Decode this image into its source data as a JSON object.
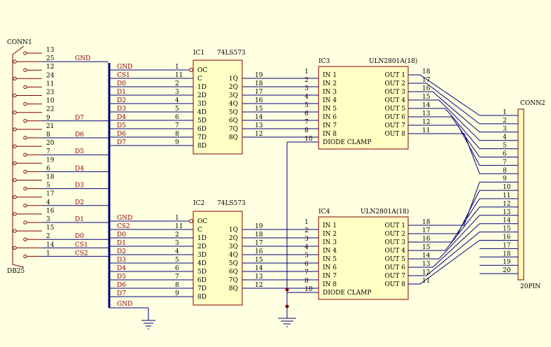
{
  "colors": {
    "background": "#ffffe1",
    "wire": "#000080",
    "bus": "#000080",
    "chip": "#ffffc4",
    "part_line": "#800000",
    "net_label": "#8b0000",
    "text": "#000000",
    "junction": "#800000"
  },
  "conn1": {
    "ref": "CONN1",
    "type": "DB25",
    "pins": [
      {
        "num": "13",
        "net": ""
      },
      {
        "num": "25",
        "net": "GND"
      },
      {
        "num": "12",
        "net": ""
      },
      {
        "num": "24",
        "net": ""
      },
      {
        "num": "11",
        "net": ""
      },
      {
        "num": "23",
        "net": ""
      },
      {
        "num": "10",
        "net": ""
      },
      {
        "num": "22",
        "net": ""
      },
      {
        "num": "9",
        "net": "D7"
      },
      {
        "num": "21",
        "net": ""
      },
      {
        "num": "8",
        "net": "D6"
      },
      {
        "num": "20",
        "net": ""
      },
      {
        "num": "7",
        "net": "D5"
      },
      {
        "num": "19",
        "net": ""
      },
      {
        "num": "6",
        "net": "D4"
      },
      {
        "num": "18",
        "net": ""
      },
      {
        "num": "5",
        "net": "D3"
      },
      {
        "num": "17",
        "net": ""
      },
      {
        "num": "4",
        "net": "D2"
      },
      {
        "num": "16",
        "net": ""
      },
      {
        "num": "3",
        "net": "D1"
      },
      {
        "num": "15",
        "net": ""
      },
      {
        "num": "2",
        "net": "D0"
      },
      {
        "num": "14",
        "net": "CS1"
      },
      {
        "num": "1",
        "net": "CS2"
      }
    ]
  },
  "bus": {
    "bottom_net": "GND"
  },
  "ic1": {
    "ref": "IC1",
    "type": "74LS573",
    "left_nets": [
      "GND",
      "CS1",
      "D0",
      "D1",
      "D2",
      "D3",
      "D4",
      "D5",
      "D6",
      "D7"
    ],
    "left_pins": [
      "1",
      "11",
      "2",
      "3",
      "4",
      "5",
      "6",
      "7",
      "8",
      "9"
    ],
    "left_names": [
      "OC",
      "C",
      "1D",
      "2D",
      "3D",
      "4D",
      "5D",
      "6D",
      "7D",
      "8D"
    ],
    "right_names": [
      "1Q",
      "2Q",
      "3Q",
      "4Q",
      "5Q",
      "6Q",
      "7Q",
      "8Q"
    ],
    "right_pins": [
      "19",
      "18",
      "17",
      "16",
      "15",
      "14",
      "13",
      "12"
    ]
  },
  "ic2": {
    "ref": "IC2",
    "type": "74LS573",
    "left_nets": [
      "GND",
      "CS2",
      "D0",
      "D1",
      "D2",
      "D3",
      "D4",
      "D5",
      "D6",
      "D7"
    ],
    "left_pins": [
      "1",
      "11",
      "2",
      "3",
      "4",
      "5",
      "6",
      "7",
      "8",
      "9"
    ],
    "left_names": [
      "OC",
      "C",
      "1D",
      "2D",
      "3D",
      "4D",
      "5D",
      "6D",
      "7D",
      "8D"
    ],
    "right_names": [
      "1Q",
      "2Q",
      "3Q",
      "4Q",
      "5Q",
      "6Q",
      "7Q",
      "8Q"
    ],
    "right_pins": [
      "19",
      "18",
      "17",
      "16",
      "15",
      "14",
      "13",
      "12"
    ]
  },
  "ic3": {
    "ref": "IC3",
    "type": "ULN2801A(18)",
    "left_pins": [
      "1",
      "2",
      "3",
      "4",
      "5",
      "6",
      "7",
      "8",
      "10"
    ],
    "left_names": [
      "IN 1",
      "IN 2",
      "IN 3",
      "IN 4",
      "IN 5",
      "IN 6",
      "IN 7",
      "IN 8",
      "DIODE CLAMP"
    ],
    "right_names": [
      "OUT 1",
      "OUT 2",
      "OUT 3",
      "OUT 4",
      "OUT 5",
      "OUT 6",
      "OUT 7",
      "OUT 8"
    ],
    "right_pins": [
      "18",
      "17",
      "16",
      "15",
      "14",
      "13",
      "12",
      "11"
    ]
  },
  "ic4": {
    "ref": "IC4",
    "type": "ULN2801A(18)",
    "left_pins": [
      "1",
      "2",
      "3",
      "4",
      "5",
      "6",
      "7",
      "8",
      "10"
    ],
    "left_names": [
      "IN 1",
      "IN 2",
      "IN 3",
      "IN 4",
      "IN 5",
      "IN 6",
      "IN 7",
      "IN 8",
      "DIODE CLAMP"
    ],
    "right_names": [
      "OUT 1",
      "OUT 2",
      "OUT 3",
      "OUT 4",
      "OUT 5",
      "OUT 6",
      "OUT 7",
      "OUT 8"
    ],
    "right_pins": [
      "18",
      "17",
      "16",
      "15",
      "14",
      "13",
      "12",
      "11"
    ]
  },
  "conn2": {
    "ref": "CONN2",
    "type": "20PIN",
    "pins": [
      "1",
      "2",
      "3",
      "4",
      "5",
      "6",
      "7",
      "8",
      "9",
      "10",
      "11",
      "12",
      "13",
      "14",
      "15",
      "16",
      "17",
      "18",
      "19",
      "20"
    ]
  }
}
